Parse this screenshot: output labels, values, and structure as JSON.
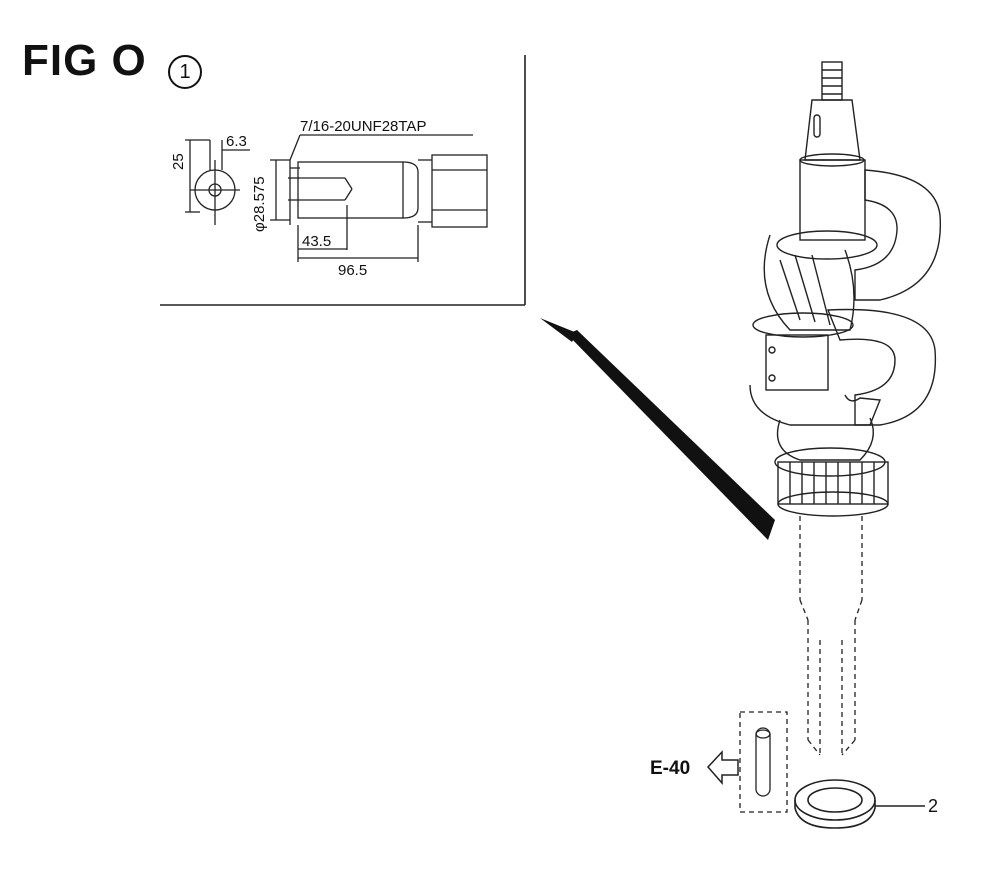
{
  "figure": {
    "title": "FIG O",
    "callout_number": "1"
  },
  "detail_view": {
    "thread_spec": "7/16-20UNF28TAP",
    "key_width": "6.3",
    "key_height": "25",
    "shaft_diameter": "φ28.575",
    "bore_depth": "43.5",
    "shaft_length": "96.5"
  },
  "references": {
    "page_ref": "E-40",
    "part_number": "2"
  }
}
